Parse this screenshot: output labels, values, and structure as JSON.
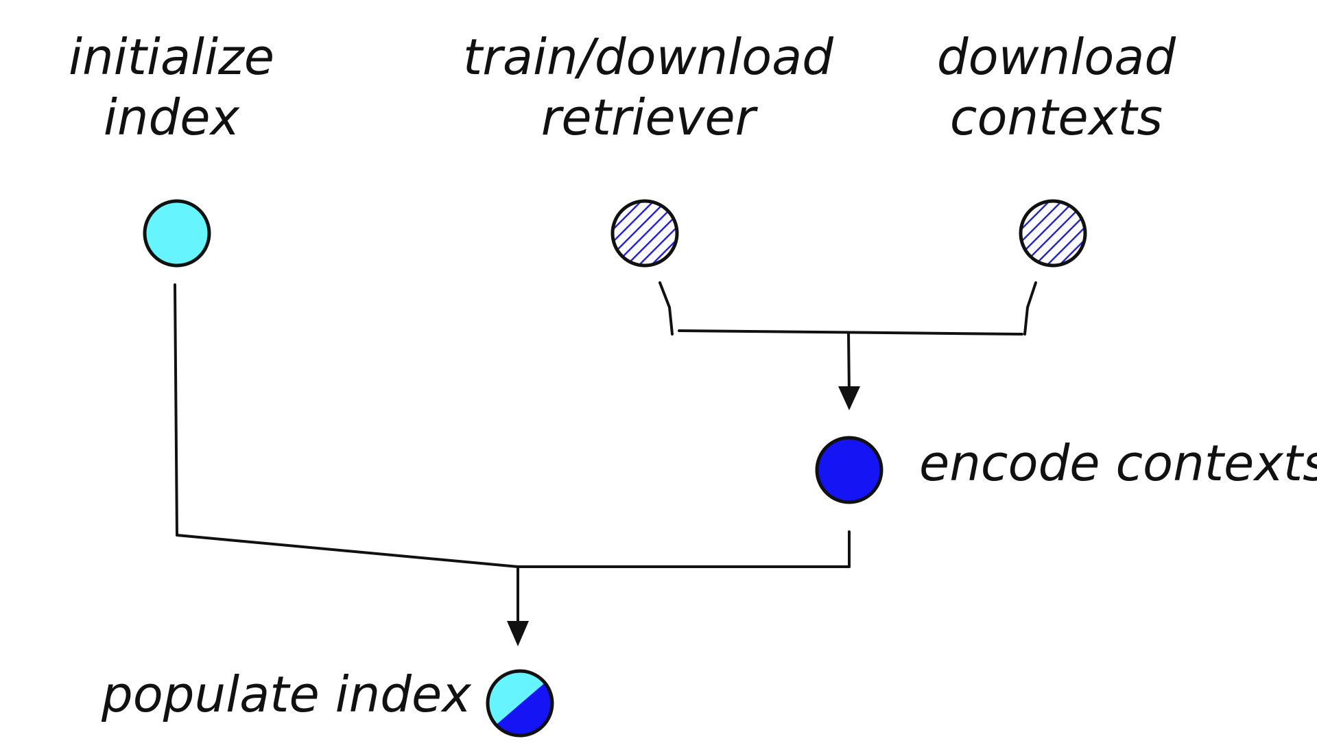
{
  "labels": {
    "initialize_line1": "initialize",
    "initialize_line2": "index",
    "retriever_line1": "train/download",
    "retriever_line2": "retriever",
    "contexts_line1": "download",
    "contexts_line2": "contexts",
    "encode": "encode contexts",
    "populate": "populate index"
  },
  "colors": {
    "light_cyan": "#66F5FF",
    "blue": "#1414F5",
    "hatch_blue": "#2424D6",
    "outline": "#111111",
    "hatched_background": "#FFFFFF"
  },
  "nodes": [
    {
      "id": "initialize",
      "style": "solid-light-cyan"
    },
    {
      "id": "retriever",
      "style": "hatched-blue"
    },
    {
      "id": "contexts",
      "style": "hatched-blue"
    },
    {
      "id": "encode",
      "style": "solid-blue"
    },
    {
      "id": "populate",
      "style": "split-light-cyan-blue"
    }
  ],
  "edges": [
    {
      "from": "retriever",
      "to": "encode"
    },
    {
      "from": "contexts",
      "to": "encode"
    },
    {
      "from": "initialize",
      "to": "populate"
    },
    {
      "from": "encode",
      "to": "populate"
    }
  ]
}
